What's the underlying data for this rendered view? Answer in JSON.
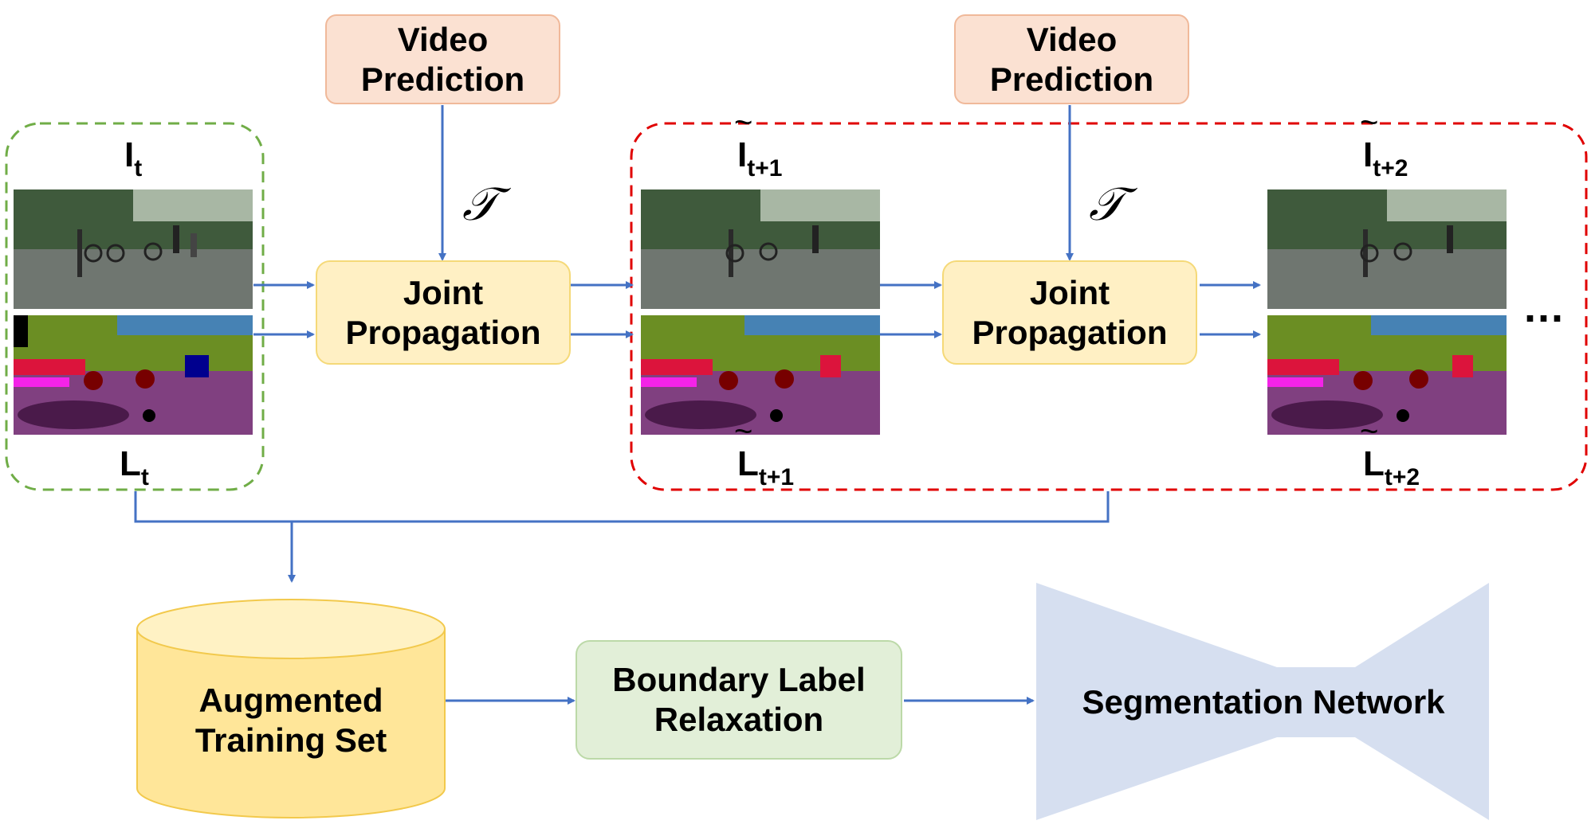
{
  "boxes": {
    "video_prediction_1": "Video\nPrediction",
    "video_prediction_2": "Video\nPrediction",
    "joint_propagation_1": "Joint\nPropagation",
    "joint_propagation_2": "Joint\nPropagation",
    "augmented_training_set": "Augmented\nTraining Set",
    "boundary_label_relaxation": "Boundary Label\nRelaxation",
    "segmentation_network": "Segmentation Network"
  },
  "symbols": {
    "tau_1": "𝒯",
    "tau_2": "𝒯",
    "ellipsis": "..."
  },
  "frames": {
    "I_t": {
      "base": "I",
      "sub": "t"
    },
    "L_t": {
      "base": "L",
      "sub": "t"
    },
    "I_t1": {
      "base": "I",
      "sub": "t+1"
    },
    "L_t1": {
      "base": "L",
      "sub": "t+1"
    },
    "I_t2": {
      "base": "I",
      "sub": "t+2"
    },
    "L_t2": {
      "base": "L",
      "sub": "t+2"
    }
  },
  "colors": {
    "arrow": "#4472c4",
    "green_dashed": "#70ad47",
    "red_dashed": "#e00000",
    "video_fill": "#fbe1d2",
    "joint_fill": "#fff0c4",
    "relax_fill": "#e2efd8",
    "cylinder_fill": "#ffe699",
    "network_fill": "#d6dff0"
  }
}
